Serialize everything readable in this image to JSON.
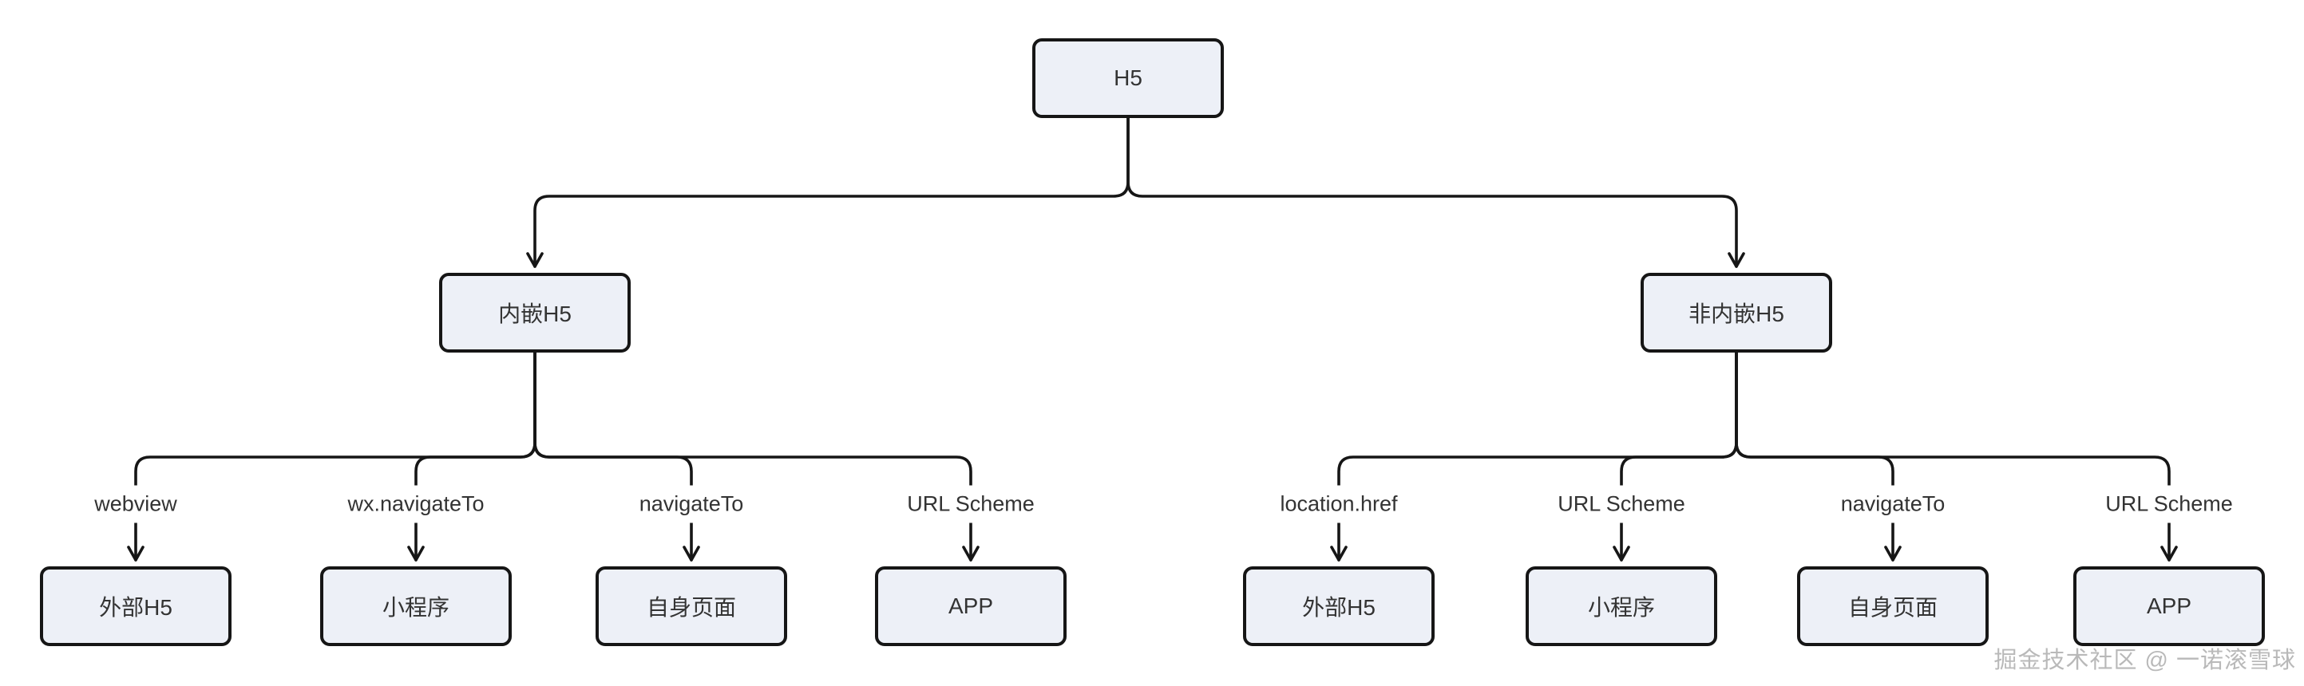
{
  "diagram": {
    "root": {
      "label": "H5"
    },
    "branches": [
      {
        "label": "内嵌H5",
        "children": [
          {
            "edge_label": "webview",
            "label": "外部H5"
          },
          {
            "edge_label": "wx.navigateTo",
            "label": "小程序"
          },
          {
            "edge_label": "navigateTo",
            "label": "自身页面"
          },
          {
            "edge_label": "URL Scheme",
            "label": "APP"
          }
        ]
      },
      {
        "label": "非内嵌H5",
        "children": [
          {
            "edge_label": "location.href",
            "label": "外部H5"
          },
          {
            "edge_label": "URL Scheme",
            "label": "小程序"
          },
          {
            "edge_label": "navigateTo",
            "label": "自身页面"
          },
          {
            "edge_label": "URL Scheme",
            "label": "APP"
          }
        ]
      }
    ],
    "watermark": "掘金技术社区 @ 一诺滚雪球",
    "colors": {
      "background": "#ffffff",
      "node_fill": "#edf0f7",
      "node_border": "#161616",
      "line": "#161616",
      "text": "#333333",
      "watermark_text": "#b9b9b9"
    }
  }
}
